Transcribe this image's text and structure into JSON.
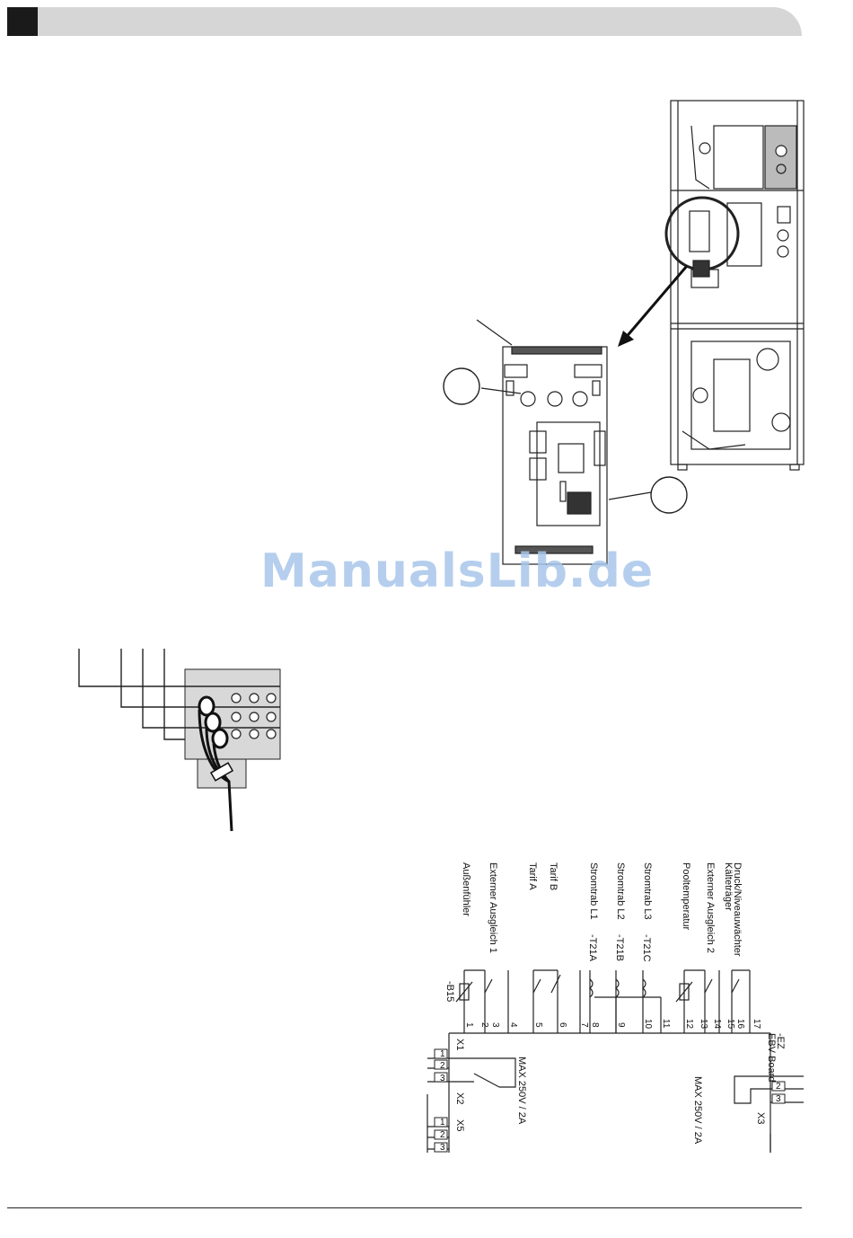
{
  "watermark": {
    "text": "ManualsLib.de"
  },
  "schematic": {
    "labels_rotated": [
      "Außenfühler",
      "Externer Ausgleich 1",
      "Tarif A",
      "Tarif B",
      "Stromtrab L1",
      "Stromtrab L2",
      "Stromtrab L3",
      "Pooltemperatur",
      "Externer Ausgleich 2",
      "Kälteträger",
      "Druck/Niveauwächter"
    ],
    "sensor_tags": [
      "-B15",
      "-T21A",
      "-T21B",
      "-T21C"
    ],
    "terminal_numbers": [
      "1",
      "2",
      "3",
      "4",
      "5",
      "6",
      "7",
      "8",
      "9",
      "10",
      "11",
      "12",
      "13",
      "14",
      "15",
      "16",
      "17"
    ],
    "connectors": {
      "x1": "X1",
      "x2": "X2",
      "x5": "X5",
      "x3": "X3"
    },
    "board": {
      "tag": "-EZ",
      "name": "EBV Board"
    },
    "rating": "MAX 250V / 2A",
    "x2_pins": [
      "1",
      "2",
      "3"
    ],
    "x5_pins": [
      "1",
      "2",
      "3"
    ],
    "x3_pins": [
      "2",
      "3"
    ]
  }
}
